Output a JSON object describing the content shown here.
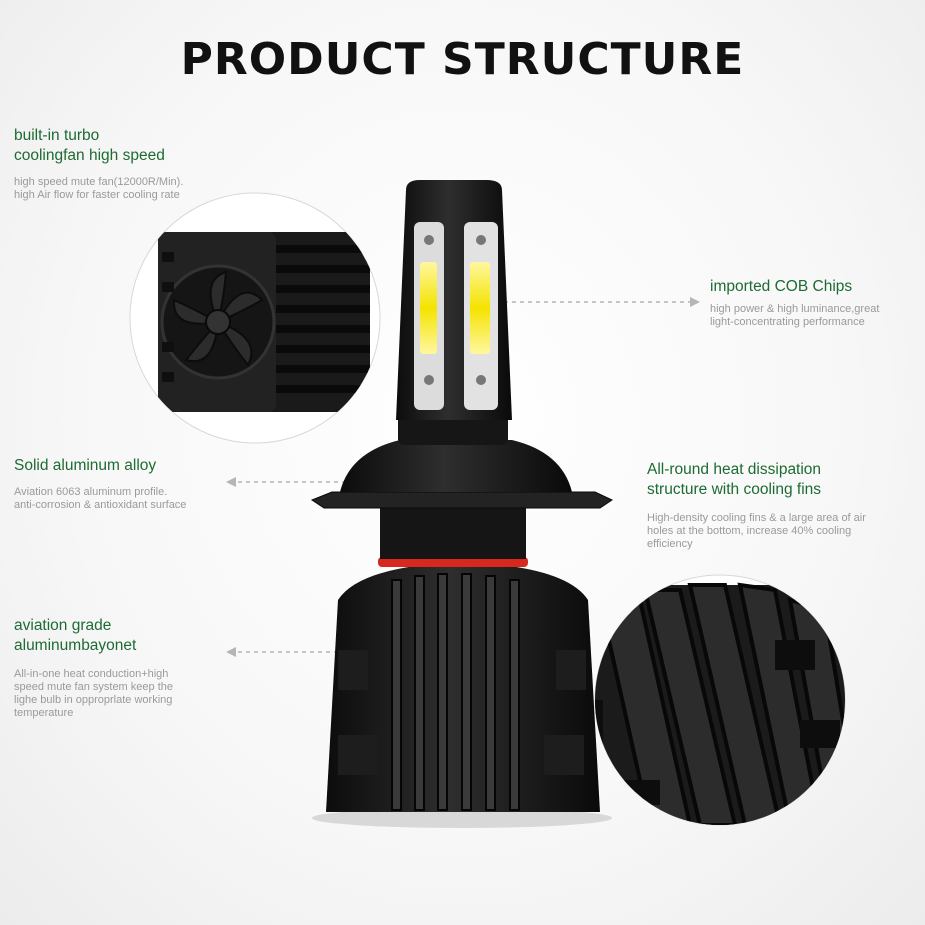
{
  "title": "PRODUCT STRUCTURE",
  "colors": {
    "accent_green": "#1d6b32",
    "desc_gray": "#9a9a9a",
    "title_black": "#111111",
    "ring_red": "#d6281d"
  },
  "features": [
    {
      "title_lines": [
        "built-in turbo",
        "coolingfan high speed"
      ],
      "desc_lines": [
        "high speed mute fan(12000R/Min).",
        "high Air flow for faster cooling rate"
      ]
    },
    {
      "title_lines": [
        "imported COB Chips"
      ],
      "desc_lines": [
        "high power & high luminance,great",
        "light-concentrating performance"
      ]
    },
    {
      "title_lines": [
        "Solid aluminum alloy"
      ],
      "desc_lines": [
        "Aviation 6063 aluminum profile.",
        "anti-corrosion & antioxidant surface"
      ]
    },
    {
      "title_lines": [
        "All-round heat dissipation",
        "structure with cooling fins"
      ],
      "desc_lines": [
        "High-density cooling fins & a large area of air",
        "holes at the bottom, increase 40% cooling",
        "efficiency"
      ]
    },
    {
      "title_lines": [
        "aviation grade",
        "aluminumbayonet"
      ],
      "desc_lines": [
        "All-in-one heat conduction+high",
        "speed mute fan system keep the",
        "lighe bulb in opproprlate working",
        "temperature"
      ]
    }
  ]
}
